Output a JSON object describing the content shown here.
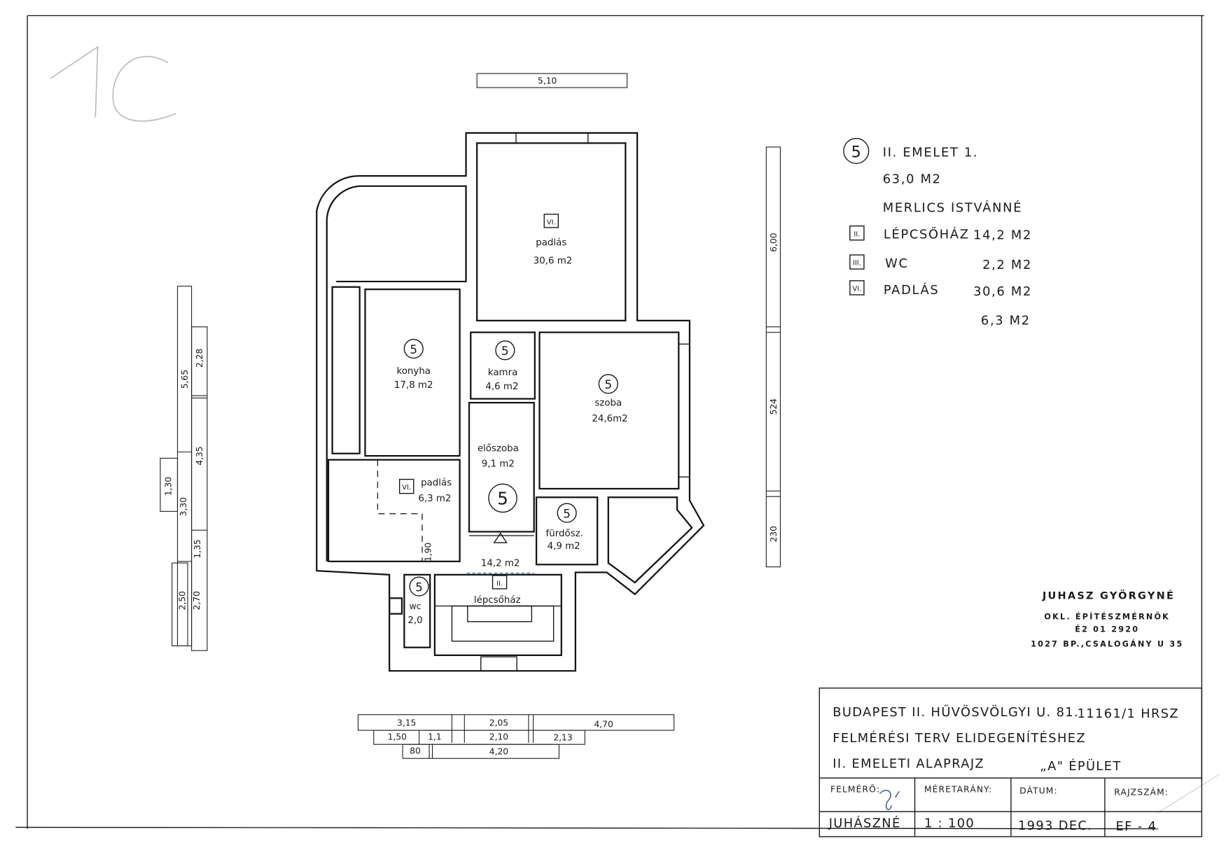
{
  "sheet_mark": "1C",
  "unit_symbol": "5",
  "legend": {
    "title": "II. EMELET  1.",
    "area": "63,0    M2",
    "owner": "MERLICS  ISTVÁNNÉ",
    "items": [
      {
        "code": "II.",
        "name": "LÉPCSŐHÁZ",
        "area": "14,2 M2"
      },
      {
        "code": "III.",
        "name": "WC",
        "area": "2,2 M2"
      },
      {
        "code": "VI.",
        "name": "PADLÁS",
        "area": "30,6 M2"
      }
    ],
    "extra_area": "6,3 M2"
  },
  "rooms": {
    "padlas_top": {
      "code": "VI.",
      "name": "padlás",
      "area": "30,6 m2"
    },
    "konyha": {
      "name": "konyha",
      "area": "17,8 m2"
    },
    "kamra": {
      "name": "kamra",
      "area": "4,6 m2"
    },
    "szoba": {
      "name": "szoba",
      "area": "24,6m2"
    },
    "eloszoba": {
      "name": "előszoba",
      "area": "9,1  m2"
    },
    "padlas_small": {
      "code": "VI.",
      "name": "padlás",
      "area": "6,3 m2"
    },
    "furdo": {
      "name": "fürdősz.",
      "area": "4,9  m2"
    },
    "lepcsohaz": {
      "code": "II.",
      "name": "lépcsőház",
      "area": "14,2 m2"
    },
    "wc": {
      "name": "wc",
      "area": "2,0"
    }
  },
  "dimensions": {
    "top": "5,10",
    "right": [
      "6,00",
      "524",
      "230"
    ],
    "left": [
      "5,65",
      "2,28",
      "4,35",
      "1,30",
      "3,30",
      "1,35",
      "2,50",
      "2,70"
    ],
    "inner": "1,90",
    "bottom_row1": [
      "3,15",
      "2,05",
      "4,70"
    ],
    "bottom_row2": [
      "1,50",
      "1,1",
      "2,10",
      "2,13"
    ],
    "bottom_row3": [
      "80",
      "4,20"
    ]
  },
  "stamp": {
    "name": "JUHASZ GYÖRGYNÉ",
    "title": "OKL. ÉPÍTÉSZMÉRNÖK",
    "license": "É2 01  2920",
    "address": "1027 BP.,CSALOGÁNY U 35"
  },
  "title_block": {
    "address": "BUDAPEST  II. HŰVÖSVÖLGYI  U. 81.",
    "hrsz": "11161/1  HRSZ",
    "purpose": "FELMÉRÉSI  TERV   ELIDEGENÍTÉSHEZ",
    "drawing": "II. EMELETI   ALAPRAJZ",
    "building": "„A\"   ÉPÜLET",
    "surveyor_label": "FELMÉRŐ:",
    "surveyor": "JUHÁSZNÉ",
    "scale_label": "MÉRETARÁNY:",
    "scale": "1 : 100",
    "date_label": "DÁTUM:",
    "date": "1993   DEC.",
    "drawing_no_label": "RAJZSZÁM:",
    "drawing_no": "EF - 4"
  }
}
